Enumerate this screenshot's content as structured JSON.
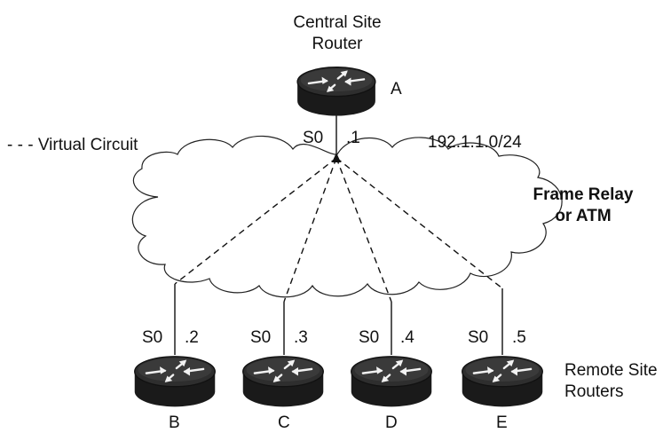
{
  "title_line1": "Central Site",
  "title_line2": "Router",
  "central_router": {
    "name": "A",
    "interface": "S0",
    "address": ".1"
  },
  "network": "192.1.1.0/24",
  "cloud_line1": "Frame Relay",
  "cloud_line2": "or ATM",
  "legend": "- - - Virtual Circuit",
  "remote_label_line1": "Remote Site",
  "remote_label_line2": "Routers",
  "remote_routers": [
    {
      "name": "B",
      "interface": "S0",
      "address": ".2"
    },
    {
      "name": "C",
      "interface": "S0",
      "address": ".3"
    },
    {
      "name": "D",
      "interface": "S0",
      "address": ".4"
    },
    {
      "name": "E",
      "interface": "S0",
      "address": ".5"
    }
  ],
  "colors": {
    "ink": "#111111",
    "router_body": "#1a1a1a",
    "router_top": "#2e2e2e",
    "cloud_fill": "#ffffff"
  }
}
